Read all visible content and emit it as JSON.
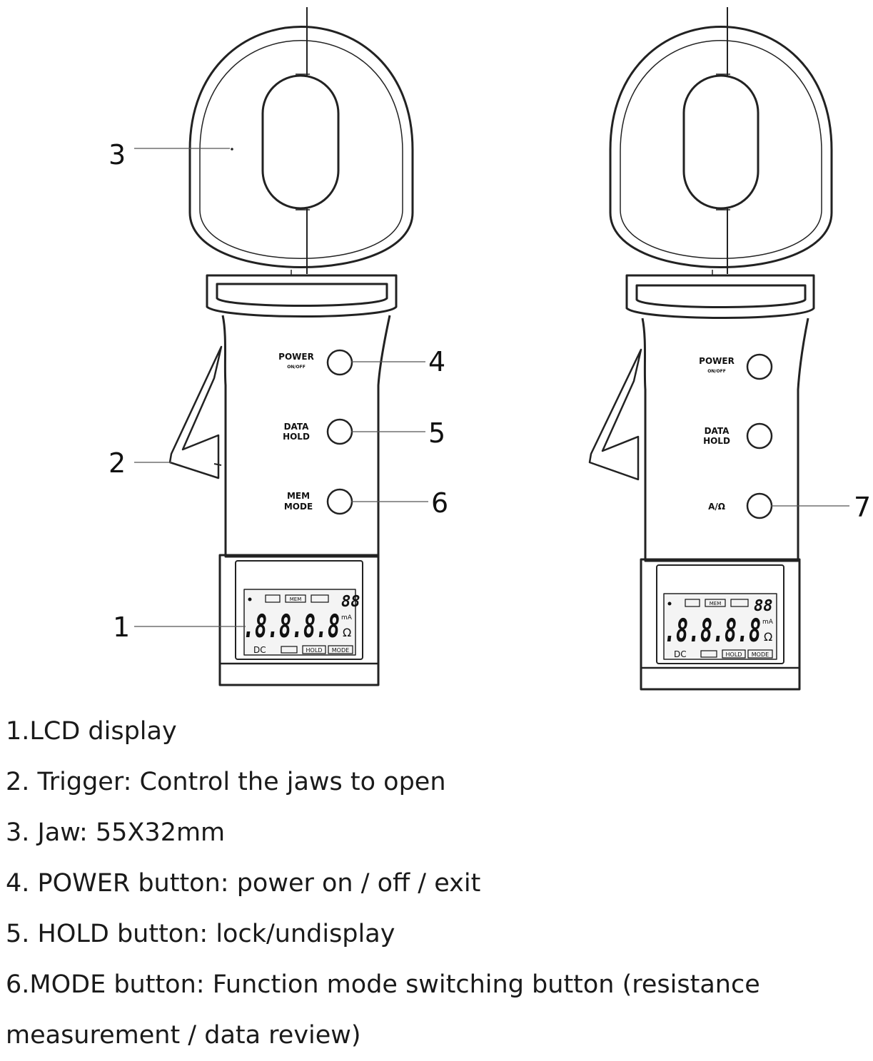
{
  "left_device": {
    "buttons": [
      {
        "line1": "POWER",
        "line2": "ON/OFF"
      },
      {
        "line1": "DATA",
        "line2": "HOLD"
      },
      {
        "line1": "MEM",
        "line2": "MODE"
      }
    ],
    "lcd": {
      "digits": ".8.8.8.8",
      "small_digits": "88",
      "unit_ma": "mA",
      "unit_ohm": "Ω",
      "dc": "DC",
      "hold": "HOLD",
      "mode": "MODE",
      "mem": "MEM"
    }
  },
  "right_device": {
    "buttons": [
      {
        "line1": "POWER",
        "line2": "ON/OFF"
      },
      {
        "line1": "DATA",
        "line2": "HOLD"
      },
      {
        "line1": "A/Ω",
        "line2": ""
      }
    ],
    "lcd": {
      "digits": ".8.8.8.8",
      "small_digits": "88",
      "unit_ma": "mA",
      "unit_ohm": "Ω",
      "dc": "DC",
      "hold": "HOLD",
      "mode": "MODE",
      "mem": "MEM"
    }
  },
  "callouts": [
    "1",
    "2",
    "3",
    "4",
    "5",
    "6",
    "7"
  ],
  "legend": [
    "1.LCD display",
    "2. Trigger: Control the jaws to open",
    "3. Jaw: 55X32mm",
    "4. POWER button: power on / off / exit",
    "5. HOLD button: lock/undisplay",
    "6.MODE button: Function mode switching button (resistance",
    "measurement / data review)"
  ]
}
